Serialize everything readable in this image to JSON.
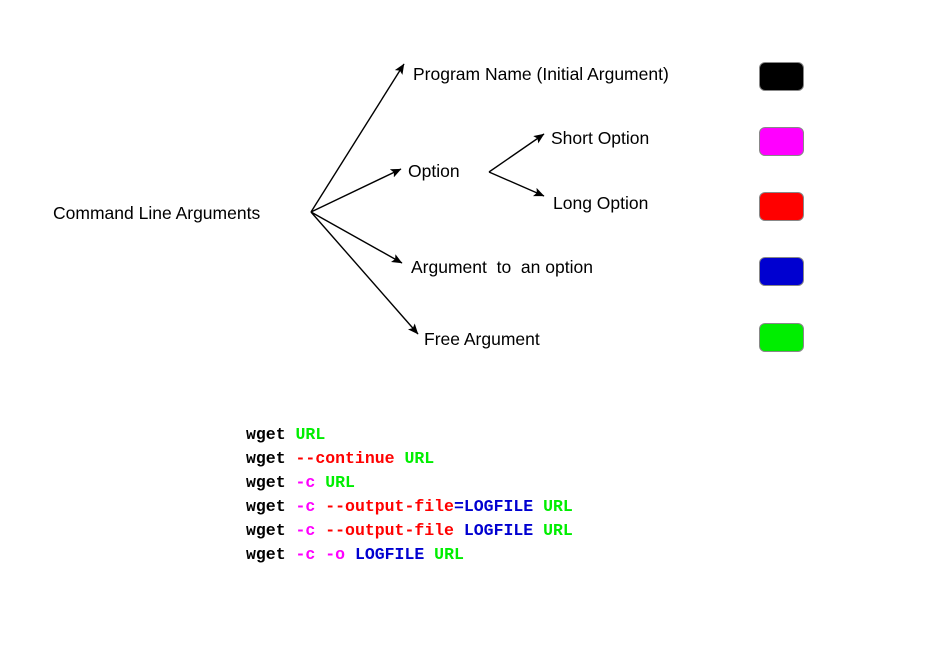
{
  "diagram": {
    "title_node": "Command Line Arguments",
    "nodes": [
      {
        "id": "root",
        "label": "Command Line Arguments"
      },
      {
        "id": "progname",
        "label": "Program Name (Initial Argument)"
      },
      {
        "id": "option",
        "label": "Option"
      },
      {
        "id": "short",
        "label": "Short Option"
      },
      {
        "id": "long",
        "label": "Long Option"
      },
      {
        "id": "argopt",
        "label": "Argument  to  an option"
      },
      {
        "id": "free",
        "label": "Free Argument"
      }
    ],
    "edges": [
      {
        "from": "root",
        "to": "progname"
      },
      {
        "from": "root",
        "to": "option"
      },
      {
        "from": "root",
        "to": "argopt"
      },
      {
        "from": "root",
        "to": "free"
      },
      {
        "from": "option",
        "to": "short"
      },
      {
        "from": "option",
        "to": "long"
      }
    ],
    "edge_color": "#000000"
  },
  "legend": {
    "swatches": [
      {
        "name": "program-name",
        "color": "#000000"
      },
      {
        "name": "short-option",
        "color": "#ff00ff"
      },
      {
        "name": "long-option",
        "color": "#ff0000"
      },
      {
        "name": "option-argument",
        "color": "#0000d0"
      },
      {
        "name": "free-argument",
        "color": "#00ee00"
      }
    ]
  },
  "colors": {
    "program": "#000000",
    "short_option": "#ff00ff",
    "long_option": "#ff0000",
    "option_argument": "#0000d0",
    "free_argument": "#00ee00",
    "background": "#ffffff"
  },
  "examples": {
    "lines": [
      {
        "tokens": [
          {
            "text": "wget ",
            "color": "#000000"
          },
          {
            "text": "URL",
            "color": "#00ee00"
          }
        ]
      },
      {
        "tokens": [
          {
            "text": "wget ",
            "color": "#000000"
          },
          {
            "text": "--continue",
            "color": "#ff0000"
          },
          {
            "text": " ",
            "color": "#000000"
          },
          {
            "text": "URL",
            "color": "#00ee00"
          }
        ]
      },
      {
        "tokens": [
          {
            "text": "wget ",
            "color": "#000000"
          },
          {
            "text": "-c",
            "color": "#ff00ff"
          },
          {
            "text": " ",
            "color": "#000000"
          },
          {
            "text": "URL",
            "color": "#00ee00"
          }
        ]
      },
      {
        "tokens": [
          {
            "text": "wget ",
            "color": "#000000"
          },
          {
            "text": "-c",
            "color": "#ff00ff"
          },
          {
            "text": " ",
            "color": "#000000"
          },
          {
            "text": "--output-file",
            "color": "#ff0000"
          },
          {
            "text": "=LOGFILE",
            "color": "#0000d0"
          },
          {
            "text": " ",
            "color": "#000000"
          },
          {
            "text": "URL",
            "color": "#00ee00"
          }
        ]
      },
      {
        "tokens": [
          {
            "text": "wget ",
            "color": "#000000"
          },
          {
            "text": "-c",
            "color": "#ff00ff"
          },
          {
            "text": " ",
            "color": "#000000"
          },
          {
            "text": "--output-file",
            "color": "#ff0000"
          },
          {
            "text": " ",
            "color": "#000000"
          },
          {
            "text": "LOGFILE",
            "color": "#0000d0"
          },
          {
            "text": " ",
            "color": "#000000"
          },
          {
            "text": "URL",
            "color": "#00ee00"
          }
        ]
      },
      {
        "tokens": [
          {
            "text": "wget ",
            "color": "#000000"
          },
          {
            "text": "-c",
            "color": "#ff00ff"
          },
          {
            "text": " ",
            "color": "#000000"
          },
          {
            "text": "-o",
            "color": "#ff00ff"
          },
          {
            "text": " ",
            "color": "#000000"
          },
          {
            "text": "LOGFILE",
            "color": "#0000d0"
          },
          {
            "text": " ",
            "color": "#000000"
          },
          {
            "text": "URL",
            "color": "#00ee00"
          }
        ]
      }
    ]
  }
}
